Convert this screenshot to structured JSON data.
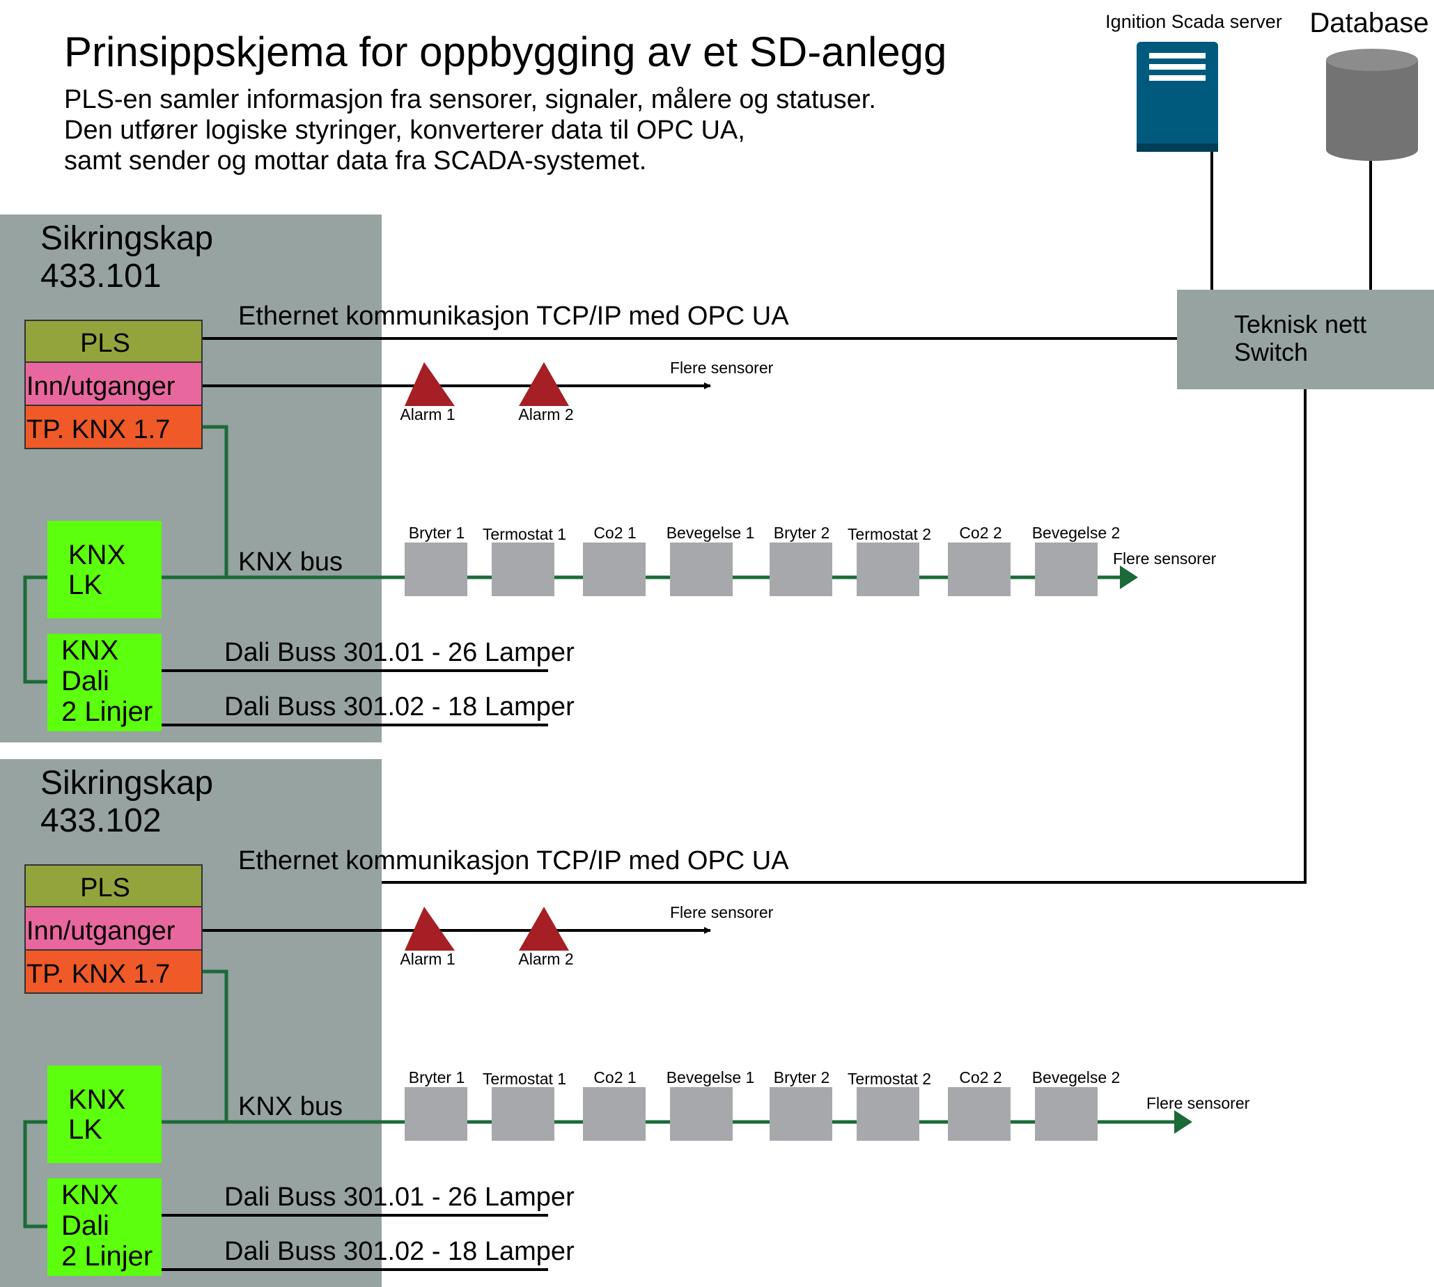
{
  "header": {
    "title": "Prinsippskjema for oppbygging av et SD-anlegg",
    "desc": [
      "PLS-en samler informasjon fra sensorer, signaler, målere og statuser.",
      "Den utfører logiske styringer, konverterer data til OPC UA,",
      "samt sender og mottar data fra SCADA-systemet."
    ]
  },
  "top": {
    "server_label": "Ignition Scada server",
    "database_label": "Database",
    "switch": [
      "Teknisk nett",
      "Switch"
    ]
  },
  "cabinets": [
    {
      "title": [
        "Sikringskap",
        "433.101"
      ],
      "pls": "PLS",
      "io": "Inn/utganger",
      "tp": "TP. KNX 1.7",
      "ethernet": "Ethernet kommunikasjon TCP/IP med OPC UA",
      "alarms": [
        "Alarm 1",
        "Alarm 2"
      ],
      "more_io": "Flere sensorer",
      "knx_lk": [
        "KNX",
        "LK"
      ],
      "knx_bus": "KNX bus",
      "sensors": [
        "Bryter 1",
        "Termostat 1",
        "Co2 1",
        "Bevegelse 1",
        "Bryter 2",
        "Termostat 2",
        "Co2 2",
        "Bevegelse 2"
      ],
      "more_bus": "Flere sensorer",
      "knx_dali": [
        "KNX",
        "Dali",
        "2 Linjer"
      ],
      "dali_lines": [
        "Dali Buss 301.01 - 26 Lamper",
        "Dali Buss 301.02 - 18 Lamper"
      ]
    },
    {
      "title": [
        "Sikringskap",
        "433.102"
      ],
      "pls": "PLS",
      "io": "Inn/utganger",
      "tp": "TP. KNX 1.7",
      "ethernet": "Ethernet kommunikasjon TCP/IP med OPC UA",
      "alarms": [
        "Alarm 1",
        "Alarm 2"
      ],
      "more_io": "Flere sensorer",
      "knx_lk": [
        "KNX",
        "LK"
      ],
      "knx_bus": "KNX bus",
      "sensors": [
        "Bryter 1",
        "Termostat 1",
        "Co2 1",
        "Bevegelse 1",
        "Bryter 2",
        "Termostat 2",
        "Co2 2",
        "Bevegelse 2"
      ],
      "more_bus": "Flere sensorer",
      "knx_dali": [
        "KNX",
        "Dali",
        "2 Linjer"
      ],
      "dali_lines": [
        "Dali Buss 301.01 - 26 Lamper",
        "Dali Buss 301.02 - 18 Lamper"
      ]
    }
  ],
  "colors": {
    "cabinet_bg": "#96a3a1",
    "pls": "#94a43c",
    "io": "#e9679f",
    "tp": "#f05a28",
    "knx_module": "#5cff0d",
    "sensor": "#a6a8ab",
    "bus_green": "#1b6a38",
    "alarm": "#a51f24",
    "server": "#005a7d",
    "database": "#737373",
    "switch": "#96a3a1"
  }
}
